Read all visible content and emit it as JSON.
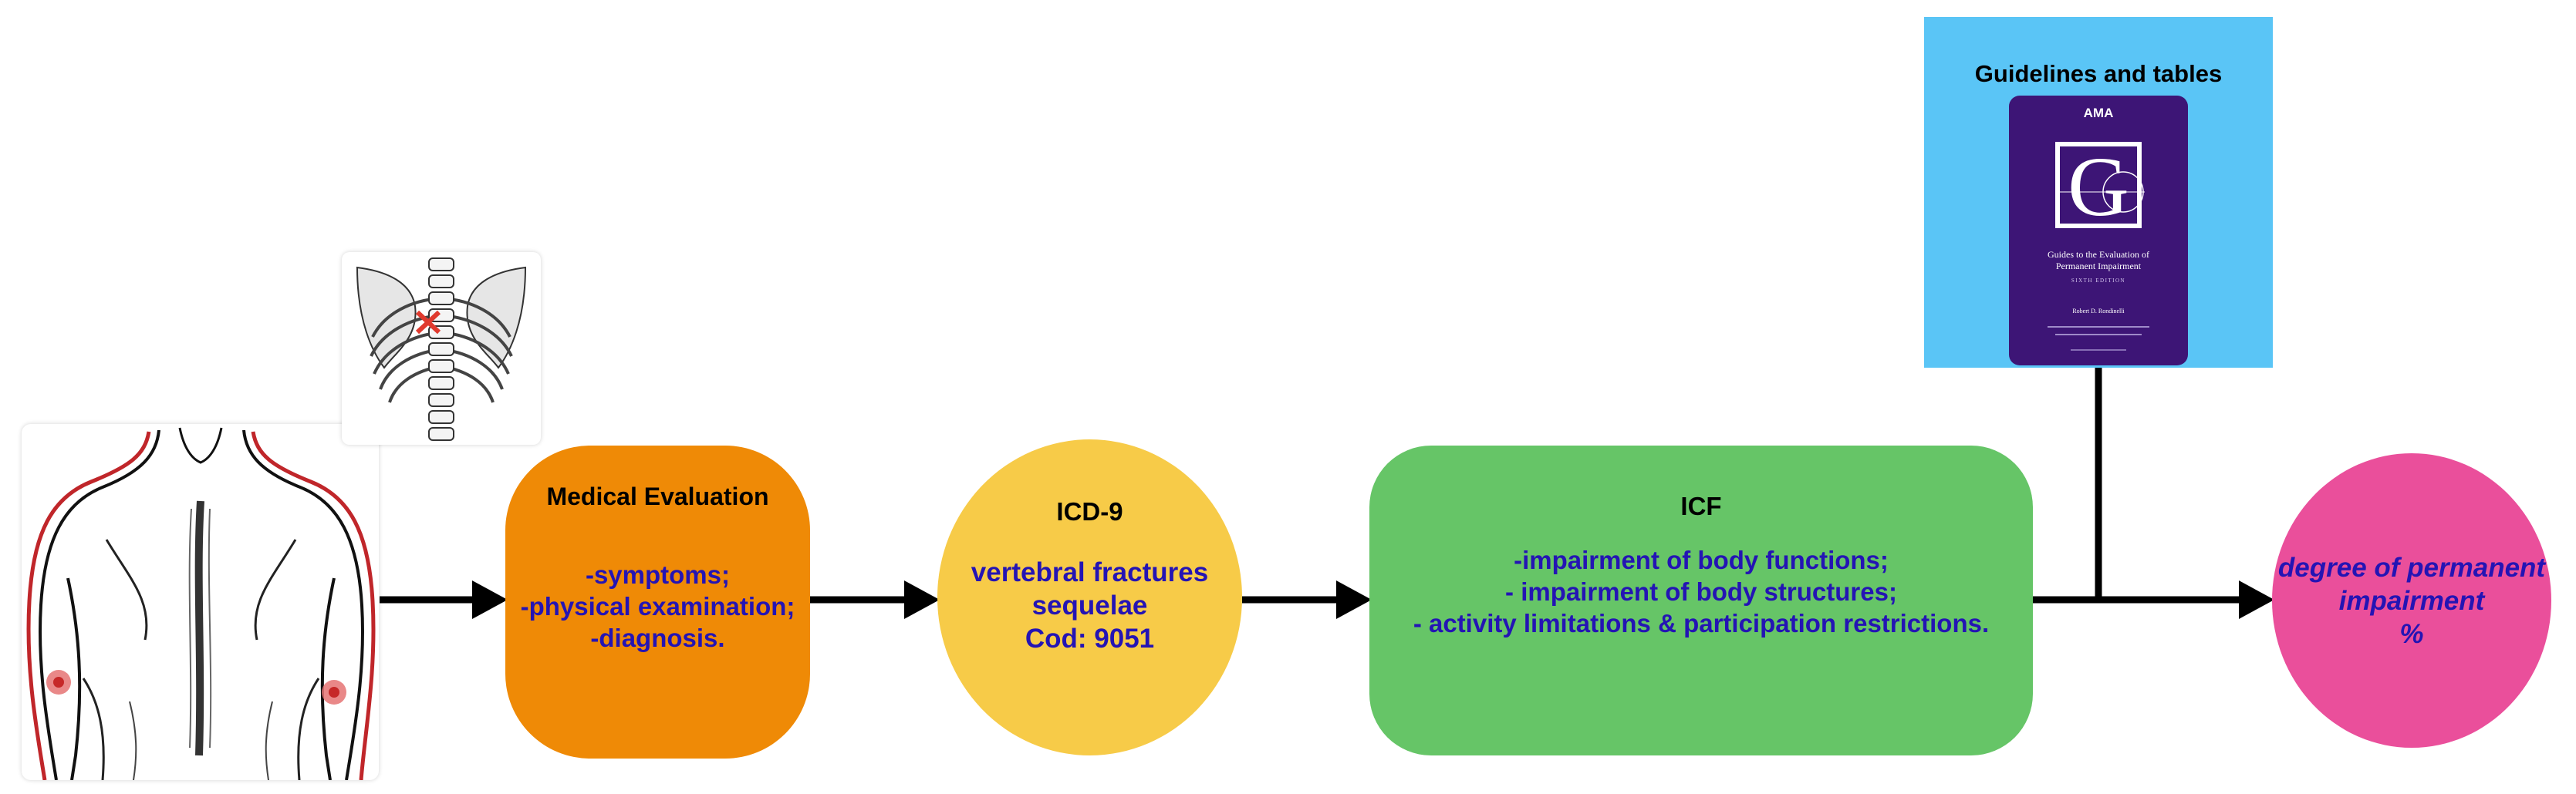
{
  "nodes": {
    "medical": {
      "title": "Medical Evaluation",
      "items": [
        "-symptoms;",
        "-physical examination;",
        "-diagnosis."
      ],
      "color": "#ef8a06"
    },
    "icd": {
      "title": "ICD-9",
      "items": [
        "vertebral fractures",
        "sequelae",
        "Cod: 9051"
      ],
      "color": "#f7cb48"
    },
    "icf": {
      "title": "ICF",
      "items": [
        "-impairment of body functions;",
        "- impairment of body structures;",
        "- activity limitations & participation restrictions."
      ],
      "color": "#66c567"
    },
    "result": {
      "items": [
        "degree of permanent",
        "impairment",
        "%"
      ],
      "color": "#ea4f9b"
    }
  },
  "guidelines": {
    "title": "Guidelines and tables",
    "color": "#5ac5f6",
    "book": {
      "publisher": "AMA",
      "title_line1": "Guides to the Evaluation of",
      "title_line2": "Permanent Impairment",
      "edition": "SIXTH EDITION",
      "author": "Robert D. Rondinelli"
    }
  },
  "colors": {
    "text_blue": "#2414b4",
    "arrow": "#000000",
    "marker_red": "#e03a2e"
  },
  "icons": {
    "back": "human-back-illustration",
    "spine": "thoracic-spine-illustration"
  }
}
